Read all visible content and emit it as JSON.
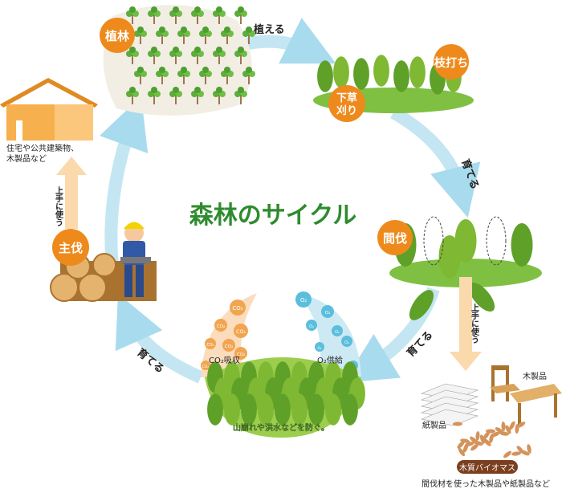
{
  "title": "森林のサイクル",
  "stages": {
    "planting": "植林",
    "pruning": "枝打ち",
    "weeding_line1": "下草",
    "weeding_line2": "刈り",
    "thinning": "間伐",
    "final_cutting": "主伐"
  },
  "arrows": {
    "plant": "植える",
    "grow_right": "育てる",
    "grow_bottom_right": "育てる",
    "grow_left": "育てる",
    "use_well_left": "上手に使う",
    "use_well_right": "上手に使う"
  },
  "house": {
    "line1": "住宅や公共建築物、",
    "line2": "木製品など"
  },
  "bottom_forest": {
    "co2_absorb": "CO₂吸収",
    "o2_supply": "O₂供給",
    "prevent": "山崩れや洪水などを防ぐ。",
    "co2_bubble": "CO₂",
    "o2_bubble": "O₂"
  },
  "products": {
    "paper": "紙製品",
    "wood": "木製品",
    "biomass": "木質バイオマス",
    "caption": "間伐材を使った木製品や紙製品など"
  },
  "colors": {
    "badge": "#ee8a1c",
    "cycle": "#c4e6f2",
    "title": "#2e8b2e",
    "use_arrow": "#fad9ad"
  }
}
